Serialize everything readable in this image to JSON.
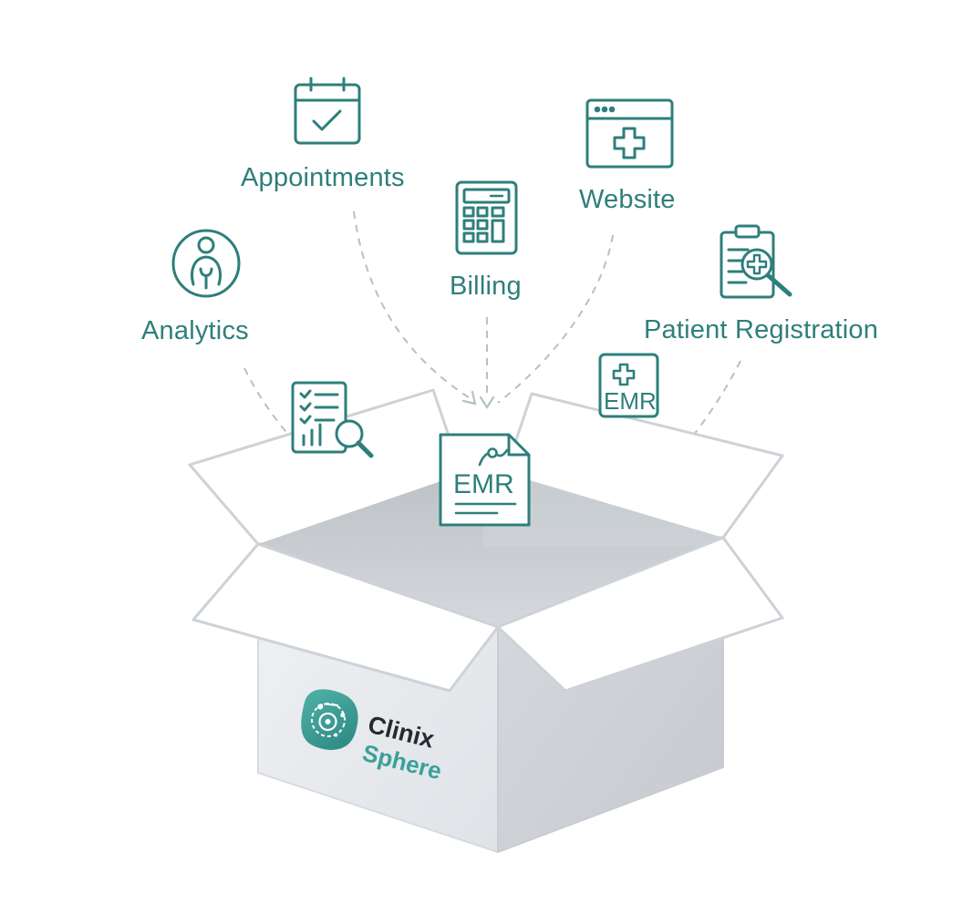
{
  "features": {
    "appointments": "Appointments",
    "website": "Website",
    "billing": "Billing",
    "analytics": "Analytics",
    "patient_registration": "Patient Registration"
  },
  "emr": {
    "badge_text": "EMR",
    "document_text": "EMR"
  },
  "brand": {
    "name_line1": "Clinix",
    "name_line2": "Sphere"
  },
  "icons": {
    "appointments": "calendar-check-icon",
    "website": "browser-window-medical-cross-icon",
    "billing": "calculator-icon",
    "analytics": "person-in-circle-icon",
    "patient_registration": "clipboard-medical-search-icon",
    "report": "report-chart-search-icon",
    "emr_badge": "medical-cross-emr-icon",
    "emr_document": "emr-document-icon",
    "brand_logo": "clinix-sphere-logo-icon"
  },
  "colors": {
    "accent": "#2e7f7b",
    "brand_dark": "#252a2e",
    "brand_teal": "#3aa09a",
    "box_light": "#eef0f3",
    "box_shade": "#c3c7cc"
  }
}
